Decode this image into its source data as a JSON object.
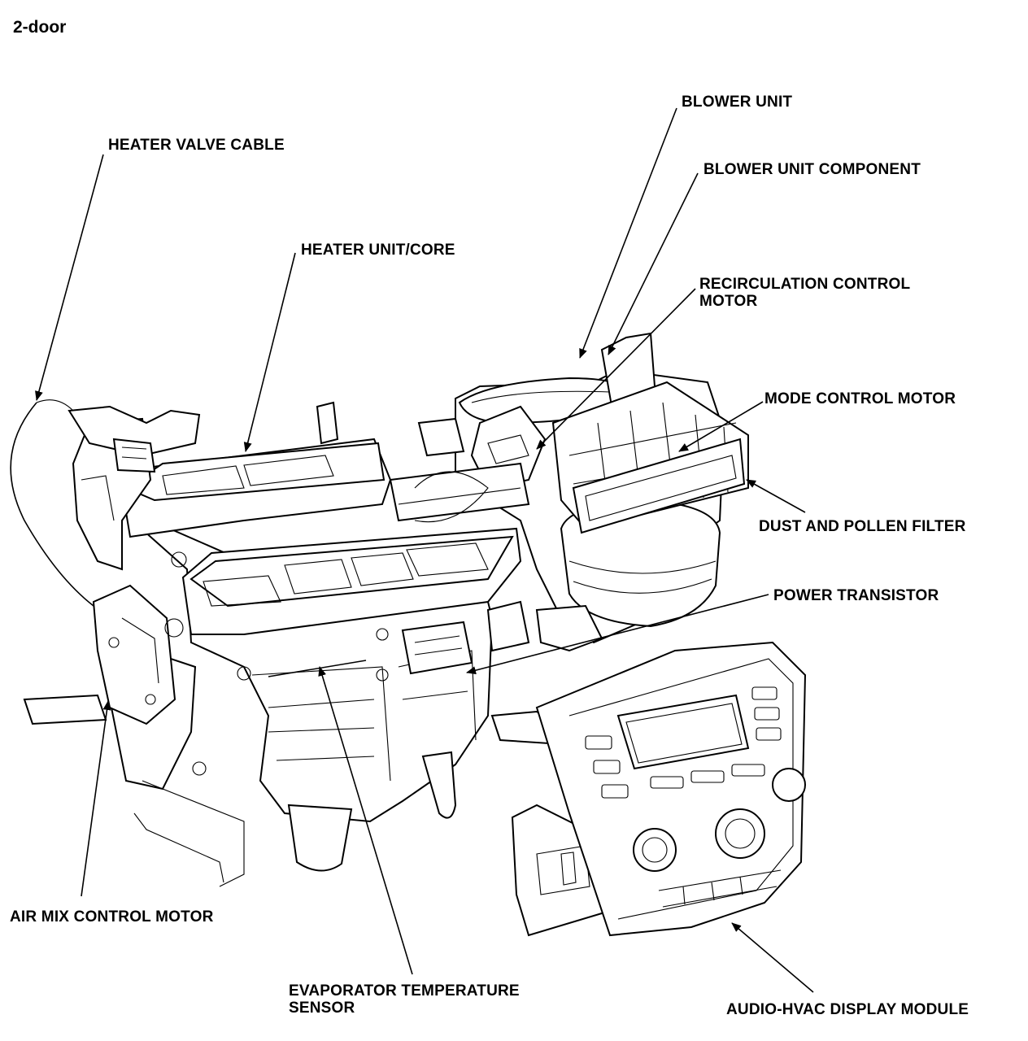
{
  "title": "2-door",
  "labels": {
    "blower_unit": "BLOWER UNIT",
    "heater_valve_cable": "HEATER VALVE CABLE",
    "blower_unit_component": "BLOWER UNIT COMPONENT",
    "heater_unit_core": "HEATER UNIT/CORE",
    "recirculation_line1": "RECIRCULATION CONTROL",
    "recirculation_line2": "MOTOR",
    "mode_control_motor": "MODE CONTROL MOTOR",
    "dust_pollen_filter": "DUST AND POLLEN FILTER",
    "power_transistor": "POWER TRANSISTOR",
    "air_mix_control_motor": "AIR MIX CONTROL MOTOR",
    "evap_line1": "EVAPORATOR TEMPERATURE",
    "evap_line2": "SENSOR",
    "audio_hvac_display_module": "AUDIO-HVAC DISPLAY MODULE"
  }
}
